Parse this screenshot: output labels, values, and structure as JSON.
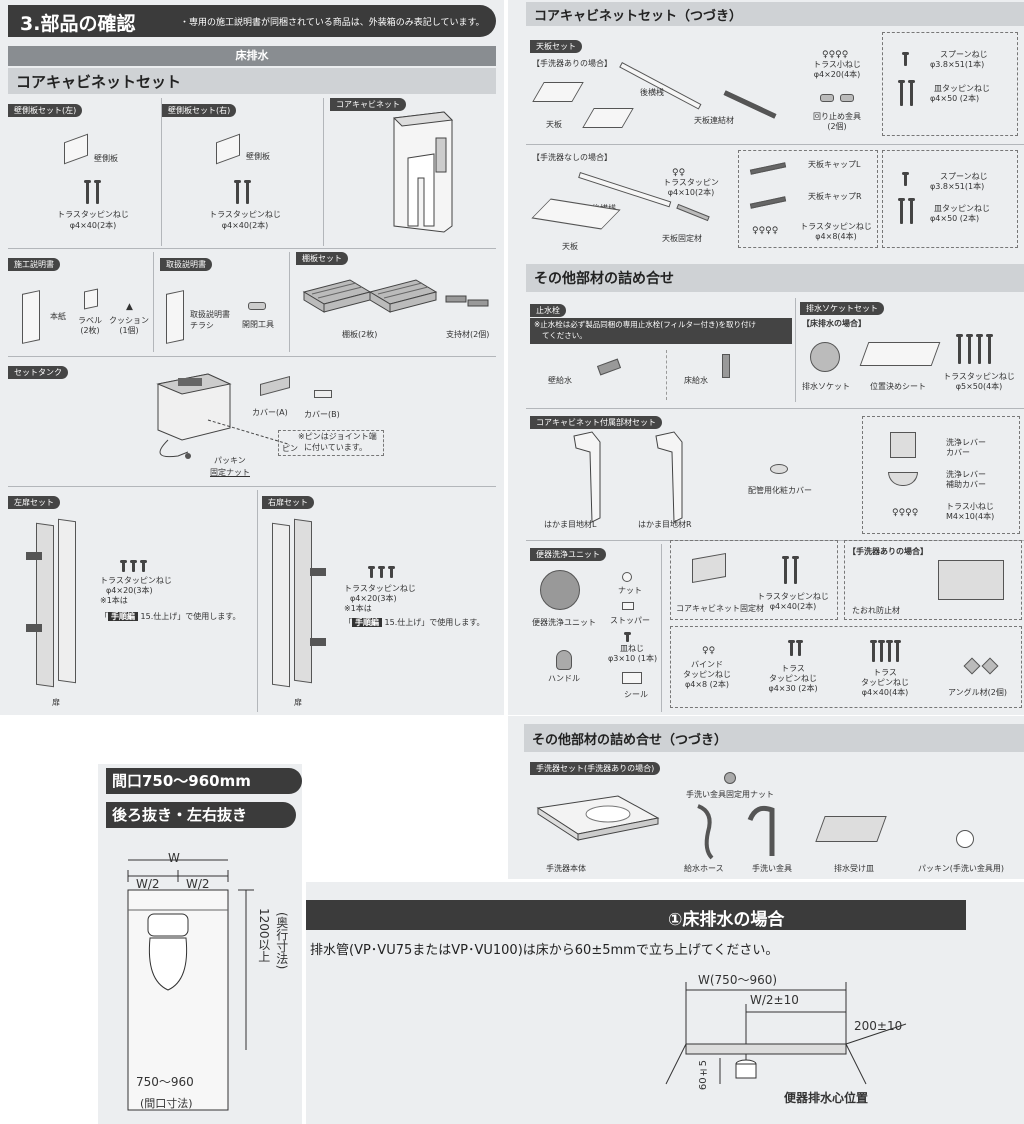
{
  "p1": {
    "title": "3.部品の確認",
    "note": "・専用の施工説明書が同梱されている商品は、外装箱のみ表記しています。",
    "floor": "床排水",
    "section": "コアキャビネットセット",
    "wall_left": {
      "label": "壁側板セット(左)",
      "part": "壁側板",
      "screw": "トラスタッピンねじ",
      "spec": "φ4×40(2本)"
    },
    "wall_right": {
      "label": "壁側板セット(右)",
      "part": "壁側板",
      "screw": "トラスタッピンねじ",
      "spec": "φ4×40(2本)"
    },
    "core": {
      "label": "コアキャビネット"
    },
    "manual": {
      "label": "施工説明書",
      "paper": "本紙",
      "label_item": "ラベル",
      "label_qty": "(2枚)",
      "cushion": "クッション",
      "cushion_qty": "(1個)"
    },
    "handling": {
      "label": "取扱説明書",
      "item1": "取扱説明書",
      "item2": "チラシ",
      "tool": "開閉工具"
    },
    "shelf": {
      "label": "棚板セット",
      "board": "棚板(2枚)",
      "support": "支持材(2個)"
    },
    "tank": {
      "label": "セットタンク",
      "cover_a": "カバー(A)",
      "cover_b": "カバー(B)",
      "pin": "ピン",
      "pin_note1": "※ピンはジョイント端",
      "pin_note2": "に付いています。",
      "packing": "パッキン",
      "nut": "固定ナット"
    },
    "left_door": {
      "label": "左扉セット",
      "screw": "トラスタッピンねじ",
      "spec": "φ4×20(3本)",
      "note": "※1本は",
      "ref_tag": "手順編",
      "ref_text": "15.仕上げ」で使用します。",
      "bracket": "「",
      "door": "扉"
    },
    "right_door": {
      "label": "右扉セット",
      "screw": "トラスタッピンねじ",
      "spec": "φ4×20(3本)",
      "note": "※1本は",
      "ref_tag": "手順編",
      "ref_text": "15.仕上げ」で使用します。",
      "bracket": "「",
      "door": "扉"
    }
  },
  "p2": {
    "title": "コアキャビネットセット（つづき）",
    "tenban": {
      "label": "天板セット",
      "with": "【手洗器ありの場合】",
      "back": "後横桟",
      "top": "天板",
      "link": "天板連結材",
      "screw_s": "トラス小ねじ",
      "screw_s_spec": "φ4×20(4本)",
      "stop": "回り止め金具",
      "stop_qty": "(2個)",
      "spoon": "スプーンねじ",
      "spoon_spec": "φ3.8×51(1本)",
      "sara": "皿タッピンねじ",
      "sara_spec": "φ4×50 (2本)"
    },
    "without": {
      "label": "【手洗器なしの場合】",
      "back": "後横桟",
      "top": "天板",
      "screw": "トラスタッピン",
      "screw_spec": "φ4×10(2本)",
      "fix": "天板固定材",
      "capl": "天板キャップL",
      "capr": "天板キャップR",
      "truss": "トラスタッピンねじ",
      "truss_spec": "φ4×8(4本)",
      "spoon": "スプーンねじ",
      "spoon_spec": "φ3.8×51(1本)",
      "sara": "皿タッピンねじ",
      "sara_spec": "φ4×50 (2本)"
    },
    "other": "その他部材の詰め合せ",
    "valve": {
      "label": "止水栓",
      "note1": "※止水栓は必ず製品同梱の専用止水栓(フィルター付き)を取り付け",
      "note2": "てください。",
      "wall": "壁給水",
      "floor": "床給水"
    },
    "socket": {
      "label": "排水ソケットセット",
      "case": "【床排水の場合】",
      "socket": "排水ソケット",
      "sheet": "位置決めシート",
      "screw": "トラスタッピンねじ",
      "spec": "φ5×50(4本)"
    },
    "access": {
      "label": "コアキャビネット付属部材セット",
      "hl": "はかま目地材L",
      "hr": "はかま目地材R",
      "cover": "配管用化粧カバー",
      "lever": "洗浄レバー",
      "lever2": "カバー",
      "aux": "洗浄レバー",
      "aux2": "補助カバー",
      "m4": "トラス小ねじ",
      "m4_spec": "M4×10(4本)"
    },
    "unit": {
      "label": "便器洗浄ユニット",
      "name": "便器洗浄ユニット",
      "nut": "ナット",
      "stopper": "ストッパー",
      "sara": "皿ねじ",
      "sara_spec": "φ3×10 (1本)",
      "handle": "ハンドル",
      "seal": "シール",
      "fix": "コアキャビネット固定材",
      "screw": "トラスタッピンねじ",
      "screw_spec": "φ4×40(2本)",
      "with": "【手洗器ありの場合】",
      "anti": "たおれ防止材",
      "bind": "バインド",
      "bind2": "タッピンねじ",
      "bind_spec": "φ4×8 (2本)",
      "t30": "トラス",
      "t30b": "タッピンねじ",
      "t30_spec": "φ4×30 (2本)",
      "t40": "トラス",
      "t40b": "タッピンねじ",
      "t40_spec": "φ4×40(4本)",
      "angle": "アングル材(2個)"
    }
  },
  "p3": {
    "title": "その他部材の詰め合せ（つづき）",
    "label": "手洗器セット(手洗器ありの場合)",
    "basin": "手洗器本体",
    "nut": "手洗い金具固定用ナット",
    "hose": "給水ホース",
    "faucet": "手洗い金具",
    "drain": "排水受け皿",
    "packing": "パッキン(手洗い金具用)"
  },
  "p4": {
    "header": "間口750～960mm",
    "sub": "後ろ抜き・左右抜き",
    "w": "W",
    "half": "W/2",
    "depth": "1200以上",
    "depth2": "(奥行寸法)",
    "range": "750～960",
    "frontage": "(間口寸法)"
  },
  "p5": {
    "header": "①床排水の場合",
    "text": "排水管(VP･VU75またはVP･VU100)は床から60±5mmで立ち上げてください。",
    "w": "W(750～960)",
    "half": "W/2±10",
    "back": "200±10",
    "h": "60±5",
    "center": "便器排水心位置"
  }
}
